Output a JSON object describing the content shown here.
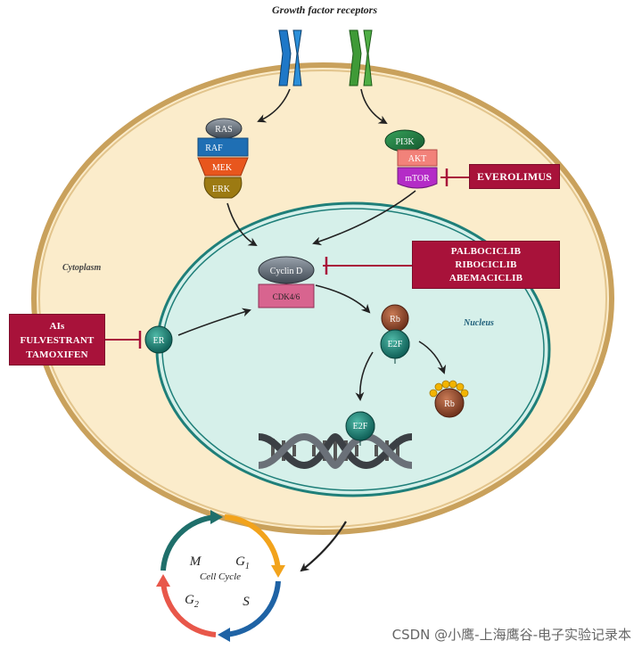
{
  "title": "Growth factor receptors",
  "compartments": {
    "cytoplasm": "Cytoplasm",
    "nucleus": "Nucleus"
  },
  "pathway_left": {
    "ras": "RAS",
    "raf": "RAF",
    "mek": "MEK",
    "erk": "ERK"
  },
  "pathway_right": {
    "pi3k": "PI3K",
    "akt": "AKT",
    "mtor": "mTOR"
  },
  "cyclin": {
    "cyclin_d": "Cyclin D",
    "cdk": "CDK4/6"
  },
  "er": "ER",
  "rb": "Rb",
  "e2f": "E2F",
  "rb_phos": "Rb",
  "e2f_dna": "E2F",
  "drugs": {
    "everolimus": "EVEROLIMUS",
    "cdk_inhibitors": [
      "PALBOCICLIB",
      "RIBOCICLIB",
      "ABEMACICLIB"
    ],
    "endocrine": [
      "AIs",
      "FULVESTRANT",
      "TAMOXIFEN"
    ]
  },
  "cell_cycle": {
    "label": "Cell Cycle",
    "m": "M",
    "g1": "G",
    "g1_sub": "1",
    "s": "S",
    "g2": "G",
    "g2_sub": "2"
  },
  "colors": {
    "drug_box": "#a8123a",
    "cytoplasm": "#fbeccb",
    "nucleus": "#d6f0ea",
    "nucleus_border": "#1f7f79"
  },
  "watermark": "CSDN @小鹰-上海鹰谷-电子实验记录本"
}
